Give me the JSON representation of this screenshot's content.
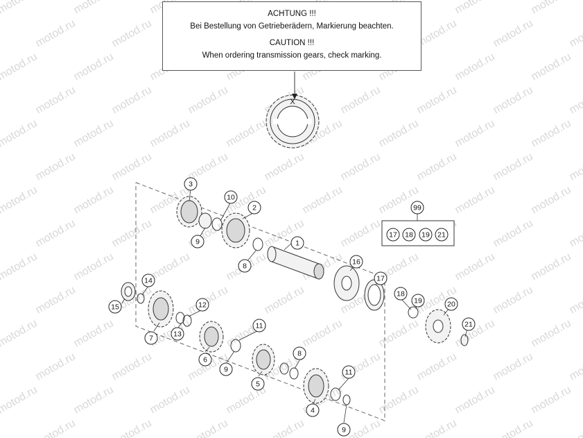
{
  "notice": {
    "line1": "ACHTUNG !!!",
    "line2": "Bei Bestellung von Getrieberädern, Markierung beachten.",
    "line3": "CAUTION !!!",
    "line4": "When ordering transmission gears, check marking."
  },
  "marking": {
    "label": "X"
  },
  "watermark": "motod.ru",
  "callouts": [
    {
      "id": "c3a",
      "label": "3"
    },
    {
      "id": "c10a",
      "label": "10"
    },
    {
      "id": "c2",
      "label": "2"
    },
    {
      "id": "c9a",
      "label": "9"
    },
    {
      "id": "c1",
      "label": "1"
    },
    {
      "id": "c8a",
      "label": "8"
    },
    {
      "id": "c16",
      "label": "16"
    },
    {
      "id": "c17a",
      "label": "17"
    },
    {
      "id": "c99",
      "label": "99"
    },
    {
      "id": "c17b",
      "label": "17"
    },
    {
      "id": "c18a",
      "label": "18"
    },
    {
      "id": "c19a",
      "label": "19"
    },
    {
      "id": "c21a",
      "label": "21"
    },
    {
      "id": "c14",
      "label": "14"
    },
    {
      "id": "c15",
      "label": "15"
    },
    {
      "id": "c12",
      "label": "12"
    },
    {
      "id": "c7",
      "label": "7"
    },
    {
      "id": "c13",
      "label": "13"
    },
    {
      "id": "c11a",
      "label": "11"
    },
    {
      "id": "c6",
      "label": "6"
    },
    {
      "id": "c9b",
      "label": "9"
    },
    {
      "id": "c8b",
      "label": "8"
    },
    {
      "id": "c5",
      "label": "5"
    },
    {
      "id": "c11b",
      "label": "11"
    },
    {
      "id": "c4",
      "label": "4"
    },
    {
      "id": "c9c",
      "label": "9"
    },
    {
      "id": "c18b",
      "label": "18"
    },
    {
      "id": "c19b",
      "label": "19"
    },
    {
      "id": "c20",
      "label": "20"
    },
    {
      "id": "c21b",
      "label": "21"
    }
  ]
}
